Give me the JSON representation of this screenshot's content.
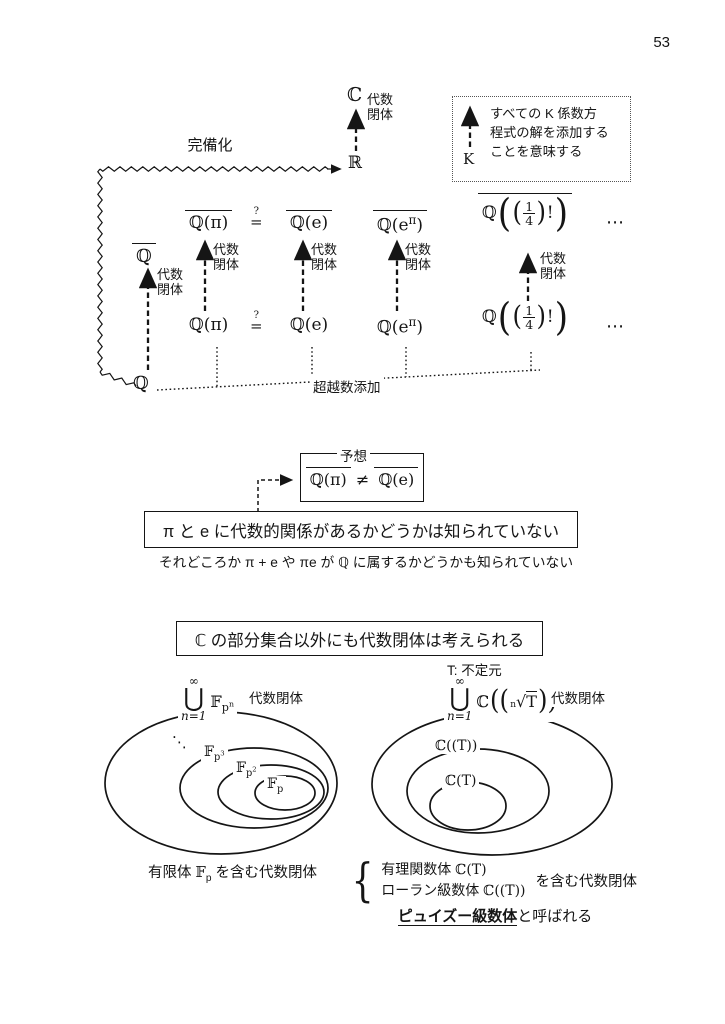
{
  "page_number": "53",
  "legend": {
    "k": "K",
    "line1": "すべての K 係数方",
    "line2": "程式の解を添加する",
    "line3": "ことを意味する"
  },
  "labels": {
    "alg1": "代数",
    "alg2": "閉体",
    "alg": "代数閉体",
    "completion": "完備化",
    "transcendental": "超越数添加",
    "conjecture": "予想",
    "t_indeterminate": "T: 不定元"
  },
  "symbols": {
    "C": "ℂ",
    "R": "ℝ",
    "Q": "ℚ",
    "cdots": "⋯",
    "qm": "?",
    "eq": "=",
    "neq": "≠",
    "ddots": "⋱"
  },
  "union": {
    "inf": "∞",
    "cup": "⋃",
    "lower": "n=1"
  },
  "fields": {
    "qpi": "ℚ(π)",
    "qe": "ℚ(e)",
    "qepi_pre": "ℚ(e",
    "qepi_sup": "π",
    "qepi_post": ")",
    "q14_q": "ℚ",
    "q14_lp": "(",
    "q14_rp": ")",
    "q14_num": "1",
    "q14_den": "4",
    "q14_bang": "!"
  },
  "conjecture": {
    "lhs": "ℚ(π)",
    "neq": "≠",
    "rhs": "ℚ(e)"
  },
  "statements": {
    "boxed": "π と e に代数的関係があるかどうかは知られていない",
    "sub": "それどころか π + e や πe が ℚ に属するかどうかも知られていない",
    "section": "ℂ の部分集合以外にも代数閉体は考えられる"
  },
  "venn_left": {
    "f": "𝔽",
    "sub_p": "p",
    "sup_n": "n",
    "sup_3": "3",
    "sup_2": "2",
    "caption_pre": "有限体 ",
    "caption_f": "𝔽",
    "caption_sub": "p",
    "caption_post": " を含む代数閉体"
  },
  "venn_right": {
    "c": "ℂ",
    "dparen_open": "((",
    "root_idx": "n",
    "root_sign": "√",
    "root_arg": "T",
    "dparen_close": "))",
    "laurent": "ℂ((T))",
    "rational": "ℂ(T)",
    "brace": "{",
    "cap1_pre": "有理関数体 ",
    "cap1_math": "ℂ(T)",
    "cap2_pre": "ローラン級数体 ",
    "cap2_math": "ℂ((T))",
    "cap_right": "を含む代数閉体",
    "puiseux": "ピュイズー級数体",
    "puiseux_rest": "と呼ばれる"
  }
}
